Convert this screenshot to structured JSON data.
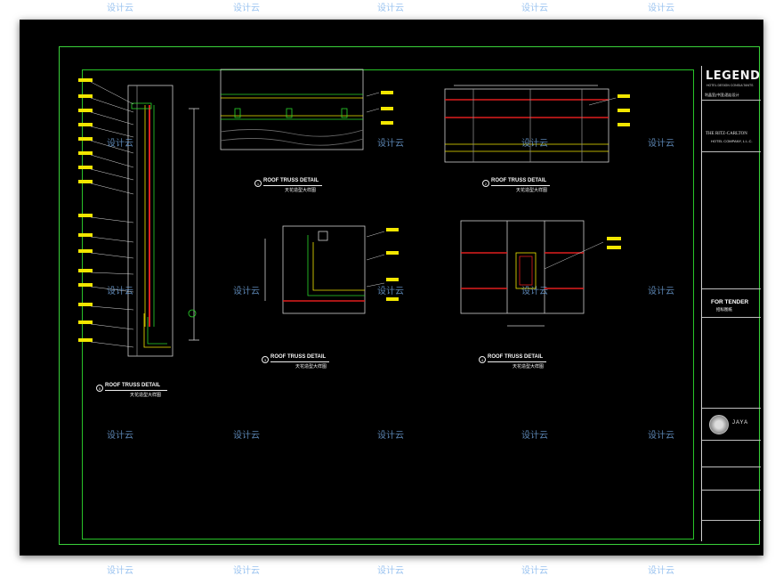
{
  "watermark": "设计云",
  "title_block": {
    "logo": "LEGEND",
    "logo_sub": "HOTEL DESIGN CONSULTANTS",
    "company_cn": "利晶室(中国)酒店设计",
    "client": "THE RITZ-CARLTON",
    "client_sub": "HOTEL COMPANY, L.L.C.",
    "status": "FOR TENDER",
    "status_cn": "招标图纸",
    "brand": "JAYA"
  },
  "details": [
    {
      "title": "ROOF TRUSS DETAIL",
      "subtitle": "天花造型大样图"
    },
    {
      "title": "ROOF TRUSS DETAIL",
      "subtitle": "天花造型大样图"
    },
    {
      "title": "ROOF TRUSS DETAIL",
      "subtitle": "天花造型大样图"
    },
    {
      "title": "ROOF TRUSS DETAIL",
      "subtitle": "天花造型大样图"
    },
    {
      "title": "ROOF TRUSS DETAIL",
      "subtitle": "天花造型大样图"
    }
  ],
  "colors": {
    "background": "#000000",
    "border": "#3ad13a",
    "accent_yellow": "#f2e600",
    "accent_red": "#e01e1e",
    "accent_green": "#2bd62b",
    "line_white": "#e8e8e8",
    "watermark": "#78afeb"
  }
}
